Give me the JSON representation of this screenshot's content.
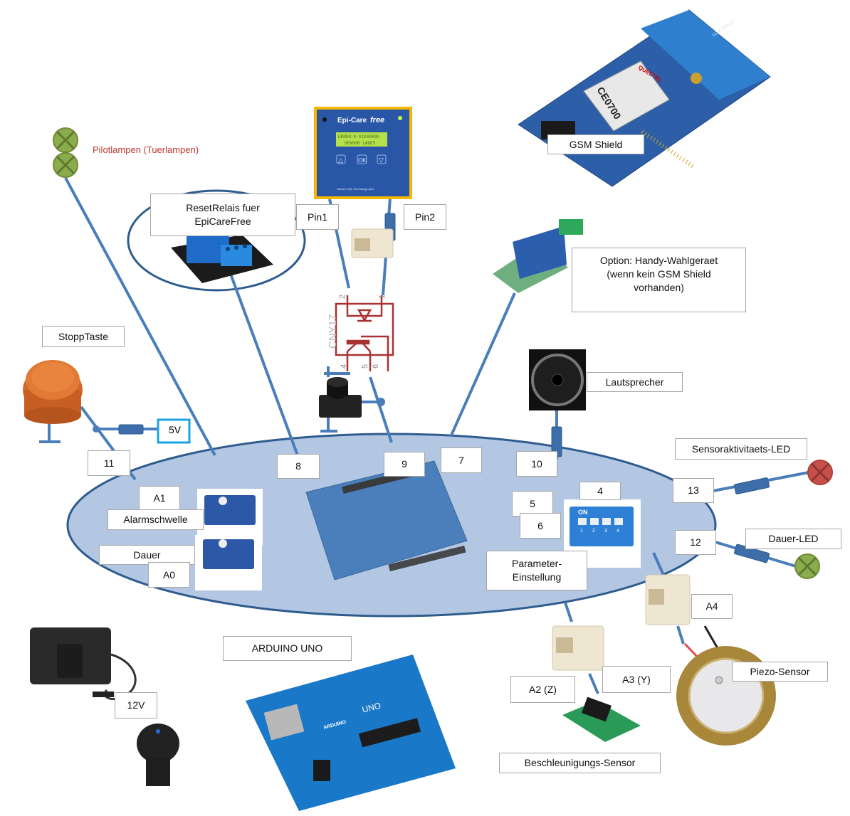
{
  "title": "Arduino Epilepsy Alarm Wiring Overview",
  "colors": {
    "wire": "#4a7ebb",
    "ellipse_fill": "#b3c7e2",
    "ellipse_stroke": "#2e5c8f",
    "pilot_label": "#c0392b",
    "optocoupler": "#a83232",
    "led_green": "#8aac4c",
    "led_red": "#c9504a",
    "power_box": "#1aa3e0"
  },
  "labels": {
    "pilot_lamps": "Pilotlampen  (Tuerlampen)",
    "reset_relay": "ResetRelais fuer\nEpiCareFree",
    "pin1": "Pin1",
    "pin2": "Pin2",
    "gsm_shield": "GSM Shield",
    "handy_option": "Option: Handy-Wahlgeraet\n(wenn kein GSM Shield\nvorhanden)",
    "stopp_taste": "StoppTaste",
    "power_5v": "5V",
    "pin_11": "11",
    "pin_8": "8",
    "pin_9": "9",
    "pin_7": "7",
    "pin_10": "10",
    "lautsprecher": "Lautsprecher",
    "sensor_led": "Sensoraktivitaets-LED",
    "pin_13": "13",
    "pin_12": "12",
    "dauer_led": "Dauer-LED",
    "a1": "A1",
    "alarmschwelle": "Alarmschwelle",
    "dauer": "Dauer",
    "a0": "A0",
    "pin_5": "5",
    "pin_6": "6",
    "pin_4": "4",
    "parameter": "Parameter-\nEinstellung",
    "a4": "A4",
    "arduino_uno": "ARDUINO UNO",
    "power_12v": "12V",
    "a2": "A2 (Z)",
    "a3": "A3 (Y)",
    "piezo": "Piezo-Sensor",
    "accel": "Beschleunigungs-Sensor"
  },
  "epicare": {
    "brand": "Epi-Care",
    "brand_suffix": "free",
    "lcd_line1": "ERROR:0-01000000",
    "lcd_line2": "SENSOR LADES",
    "btn_up": "△",
    "btn_ok": "OK",
    "btn_down": "▽",
    "maker": "Danish Care Technology ApS"
  },
  "optocoupler": {
    "part": "CNY17",
    "pins": [
      "2",
      "1",
      "4",
      "5",
      "6"
    ]
  },
  "gsm": {
    "module": "QUECTEL",
    "cert": "CE0700",
    "board_text": "GSM SHIELD"
  },
  "dip_switch": {
    "on_text": "ON",
    "numbers": [
      "1",
      "2",
      "3",
      "4"
    ]
  },
  "uno": {
    "logo_text": "ARDUINO",
    "model": "UNO"
  }
}
